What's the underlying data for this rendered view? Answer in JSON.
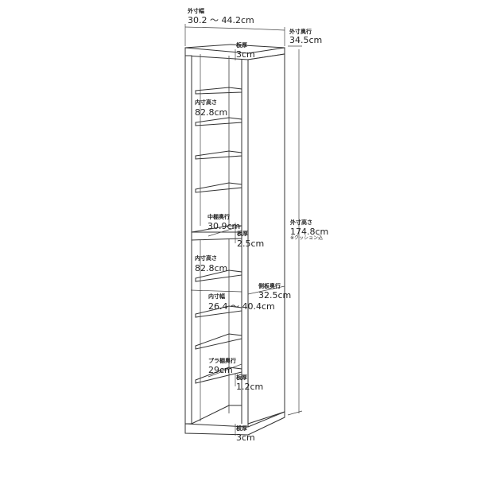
{
  "dimensions": {
    "outer_width": {
      "label": "外寸幅",
      "value": "30.2 ～ 44.2cm"
    },
    "outer_depth": {
      "label": "外寸奥行",
      "value": "34.5cm"
    },
    "top_thickness": {
      "label": "板厚",
      "value": "3cm"
    },
    "inner_height_upper": {
      "label": "内寸高さ",
      "value": "82.8cm"
    },
    "middle_shelf_depth": {
      "label": "中棚奥行",
      "value": "30.9cm"
    },
    "middle_shelf_thickness": {
      "label": "板厚",
      "value": "2.5cm"
    },
    "inner_height_lower": {
      "label": "内寸高さ",
      "value": "82.8cm"
    },
    "side_panel_depth": {
      "label": "側板奥行",
      "value": "32.5cm"
    },
    "inner_width": {
      "label": "内寸幅",
      "value": "26.4 ～ 40.4cm"
    },
    "outer_height": {
      "label": "外寸高さ",
      "value": "174.8cm",
      "note": "※クッション込"
    },
    "plastic_shelf_depth": {
      "label": "プラ棚奥行",
      "value": "29cm"
    },
    "plastic_shelf_thickness": {
      "label": "板厚",
      "value": "1.2cm"
    },
    "bottom_thickness": {
      "label": "板厚",
      "value": "3cm"
    }
  }
}
